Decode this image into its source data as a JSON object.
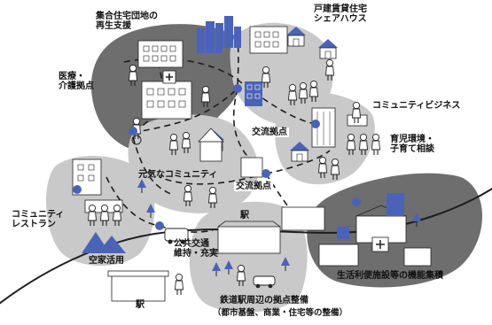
{
  "labels": {
    "housing_complex": "集合住宅団地の\n再生支援",
    "detached_rental": "戸建賃貸住宅\nシェアハウス",
    "medical_care": "医療・\n介護拠点",
    "community_business": "コミュニティビジネス",
    "exchange_hub_top": "交流拠点",
    "childcare": "育児環境・\n子育て相談",
    "active_community": "元気なコミュニティ",
    "exchange_hub_mid": "交流拠点",
    "community_restaurant": "コミュニティ\nレストラン",
    "station_center": "駅",
    "public_transport": "公共交通\n維持・充実",
    "vacant_house": "空家活用",
    "life_facilities": "生活利便施設等の機能集積",
    "station_bottom": "駅",
    "station_area_main": "鉄道駅周辺の拠点整備",
    "station_area_sub": "（都市基盤、商業・住宅等の整備）"
  },
  "icons": {
    "building": "building-icon",
    "hospital": "hospital-icon",
    "house": "house-icon",
    "person": "person-icon",
    "tree": "tree-icon",
    "bus": "bus-icon",
    "car": "car-icon",
    "train": "train-icon",
    "wheelchair": "wheelchair-icon"
  },
  "colors": {
    "dark_region": "#6e6e6e",
    "light_region": "#c9c9c9",
    "mid_region": "#a9a9a9",
    "blue": "#4a63b6",
    "line": "#1e1e1e"
  }
}
